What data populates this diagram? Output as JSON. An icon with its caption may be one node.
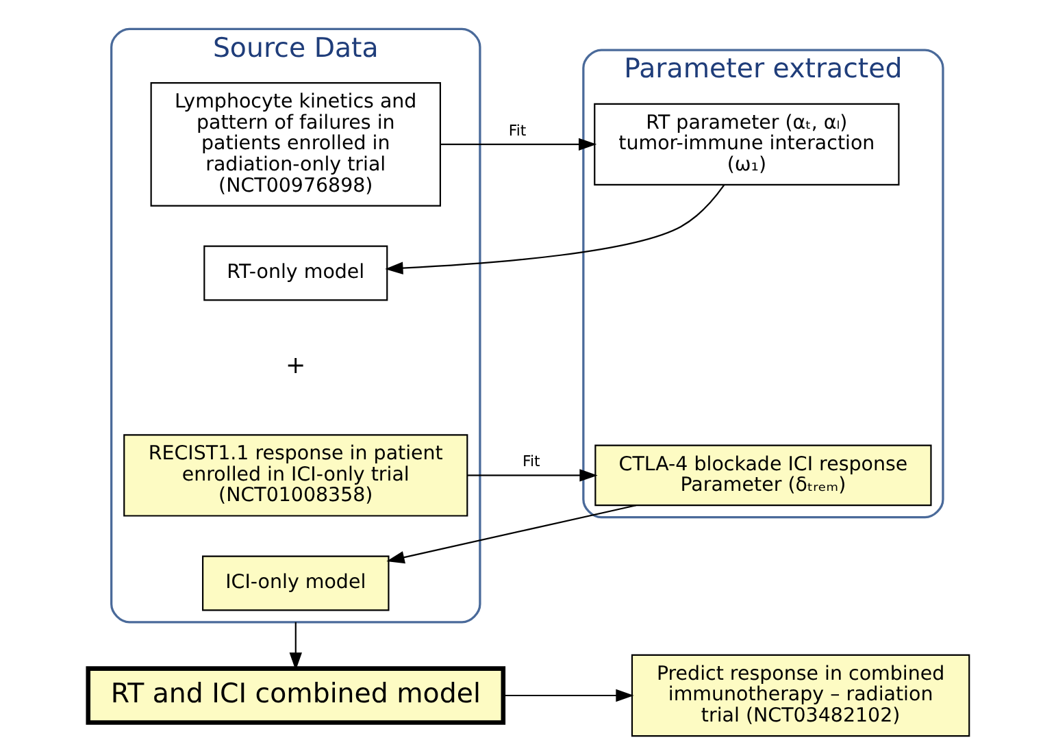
{
  "diagram": {
    "nodes": [
      {
        "text": [
          "Source Data"
        ]
      },
      {
        "text": [
          "Lymphocyte kinetics and pattern of failures in patients enrolled in radiation-only trial (NCT00976898)"
        ],
        "in": 0
      },
      {
        "text": [
          "RT-only model"
        ],
        "in": 0
      },
      {
        "text": [
          "RECIST1.1 response in patient enrolled in ICI-only trial (NCT01008358)"
        ],
        "in": 0
      },
      {
        "text": [
          "ICI-only model"
        ],
        "in": 0
      },
      {
        "text": [
          "Parameter extracted"
        ]
      },
      {
        "text": [
          "RT parameter (αₜ, αₗ) tumor-immune interaction (ω₁)"
        ],
        "in": 5
      },
      {
        "text": [
          "CTLA-4 blockade ICI response Parameter (δₜᵣₑₘ)"
        ],
        "in": 5
      },
      {
        "text": [
          "RT and ICI combined model"
        ]
      },
      {
        "text": [
          "Predict response in combined immunotherapy – radiation trial (NCT03482102)"
        ]
      }
    ],
    "edges": [
      {
        "from": 1,
        "to": 6,
        "arrow": "to",
        "label": "Fit"
      },
      {
        "from": 6,
        "to": 2,
        "arrow": "to"
      },
      {
        "from": 3,
        "to": 7,
        "arrow": "to",
        "label": "Fit"
      },
      {
        "from": 7,
        "to": 4,
        "arrow": "to"
      },
      {
        "from": 0,
        "to": 8,
        "arrow": "to"
      },
      {
        "from": 8,
        "to": 9,
        "arrow": "to"
      }
    ],
    "labels": [
      "+"
    ]
  }
}
